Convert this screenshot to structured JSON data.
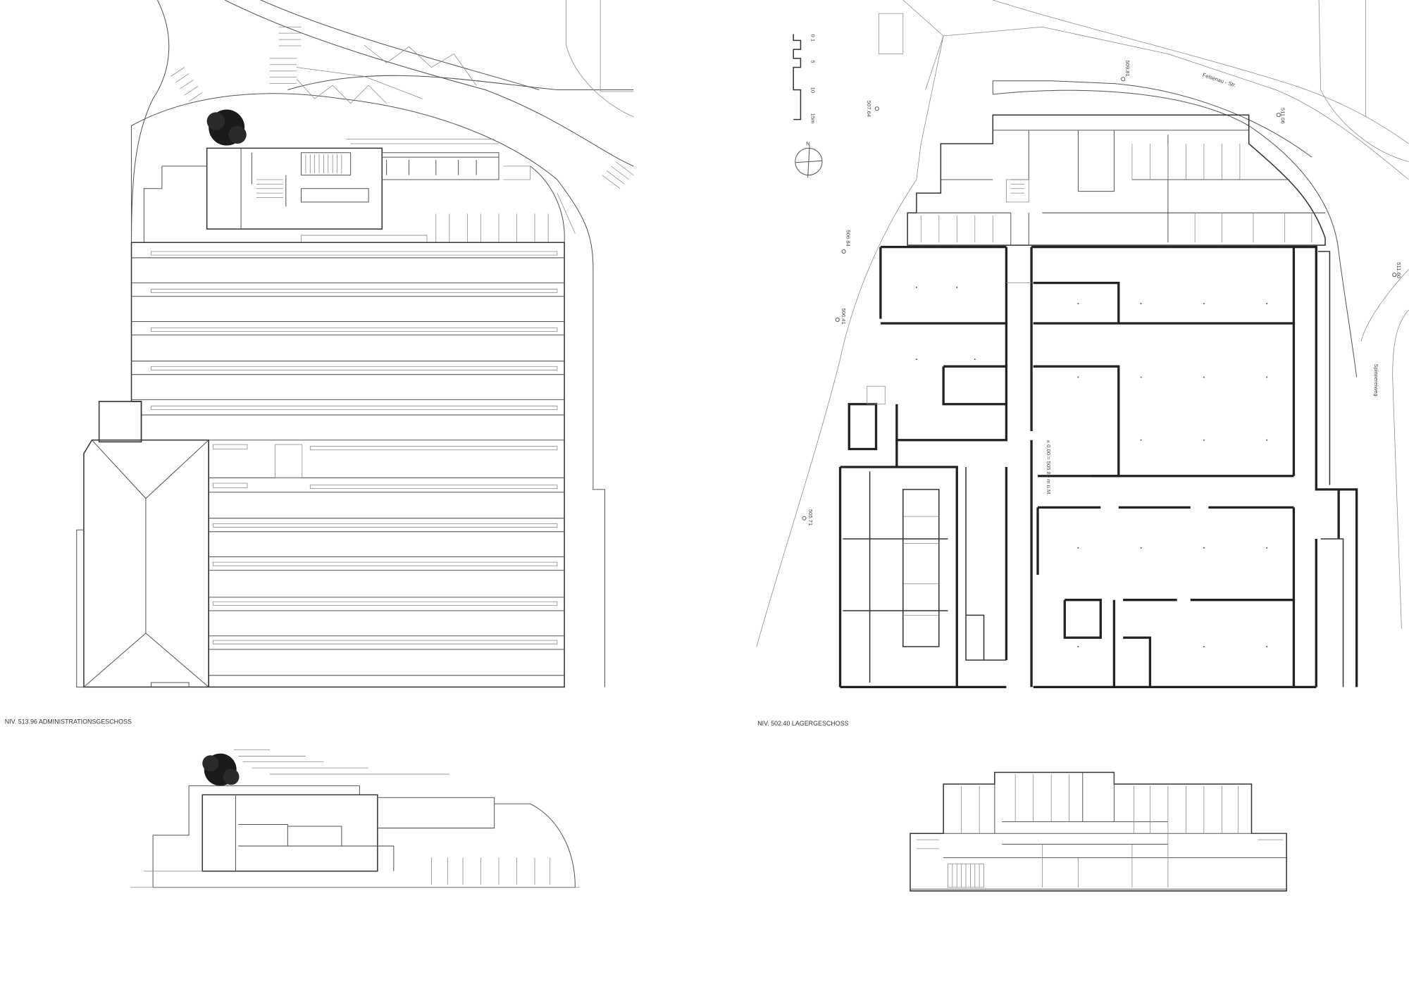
{
  "sheet": {
    "left_plan": {
      "caption": "NIV. 513.96 ADMINISTRATIONSGESCHOSS"
    },
    "right_plan": {
      "caption": "NIV. 502.40 LAGERGESCHOSS",
      "datum_note": "± 0.00 = 505.80 m ü.M.",
      "streets": [
        "Felsenau - Str.",
        "Spinnereiweg"
      ],
      "spot_heights": [
        "507.64",
        "509.81",
        "511.06",
        "506.84",
        "511.60",
        "506.41",
        "505.71"
      ],
      "north_label": "N",
      "north_arrow_icon": "north-arrow-icon",
      "scale_bar": {
        "ticks": [
          "0 1",
          "5",
          "10",
          "15m"
        ]
      }
    },
    "colors": {
      "ink": "#333333",
      "heavy_wall": "#222222",
      "tree": "#1a1a1a",
      "paper": "#ffffff"
    }
  }
}
